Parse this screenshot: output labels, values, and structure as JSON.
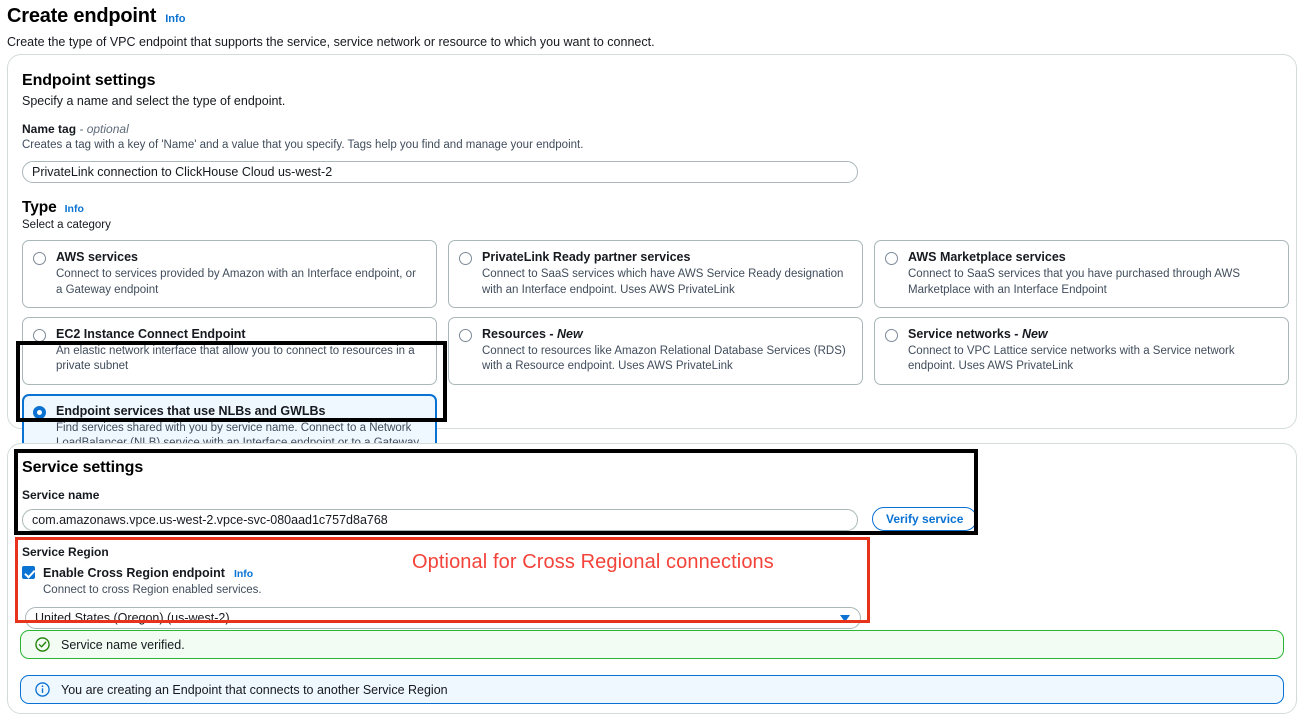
{
  "page": {
    "title": "Create endpoint",
    "info_label": "Info",
    "description": "Create the type of VPC endpoint that supports the service, service network or resource to which you want to connect."
  },
  "endpoint_settings": {
    "title": "Endpoint settings",
    "description": "Specify a name and select the type of endpoint.",
    "name_tag": {
      "label": "Name tag",
      "optional_suffix": "- optional",
      "hint": "Creates a tag with a key of 'Name' and a value that you specify. Tags help you find and manage your endpoint.",
      "value": "PrivateLink connection to ClickHouse Cloud us-west-2",
      "placeholder": "Name tag"
    },
    "type": {
      "label": "Type",
      "info_label": "Info",
      "sub_label": "Select a category",
      "options": [
        {
          "title": "AWS services",
          "description": "Connect to services provided by Amazon with an Interface endpoint, or a Gateway endpoint",
          "selected": false
        },
        {
          "title": "PrivateLink Ready partner services",
          "description": "Connect to SaaS services which have AWS Service Ready designation with an Interface endpoint. Uses AWS PrivateLink",
          "selected": false
        },
        {
          "title": "AWS Marketplace services",
          "description": "Connect to SaaS services that you have purchased through AWS Marketplace with an Interface Endpoint",
          "selected": false
        },
        {
          "title": "EC2 Instance Connect Endpoint",
          "description": "An elastic network interface that allow you to connect to resources in a private subnet",
          "selected": false
        },
        {
          "title": "Resources - ",
          "badge": "New",
          "description": "Connect to resources like Amazon Relational Database Services (RDS) with a Resource endpoint. Uses AWS PrivateLink",
          "selected": false
        },
        {
          "title": "Service networks - ",
          "badge": "New",
          "description": "Connect to VPC Lattice service networks with a Service network endpoint. Uses AWS PrivateLink",
          "selected": false
        },
        {
          "title": "Endpoint services that use NLBs and GWLBs",
          "description": "Find services shared with you by service name. Connect to a Network LoadBalancer (NLB) service with an Interface endpoint or to a Gateway LoadBalancer (GWLB) service with a Gateway Load Balancer endpoint",
          "selected": true
        }
      ]
    }
  },
  "service_settings": {
    "title": "Service settings",
    "service_name": {
      "label": "Service name",
      "value": "com.amazonaws.vpce.us-west-2.vpce-svc-080aad1c757d8a768",
      "placeholder": "Service name"
    },
    "verify_button": "Verify service",
    "service_region": {
      "label": "Service Region",
      "checkbox_label": "Enable Cross Region endpoint",
      "checkbox_info": "Info",
      "checkbox_hint": "Connect to cross Region enabled services.",
      "checkbox_checked": true,
      "selected_region": "United States (Oregon) (us-west-2)"
    }
  },
  "alerts": [
    {
      "type": "success",
      "icon": "check-circle-icon",
      "text": "Service name verified."
    },
    {
      "type": "info",
      "icon": "info-circle-icon",
      "text": "You are creating an Endpoint that connects to another Service Region"
    }
  ],
  "annotations": {
    "cross_region_note": "Optional for Cross Regional connections"
  },
  "colors": {
    "accent_blue": "#0972d3",
    "annotation_red": "#e8331c",
    "annotation_text_red": "#f4433a",
    "success_green": "#2bb534",
    "annotation_black": "#000000"
  }
}
